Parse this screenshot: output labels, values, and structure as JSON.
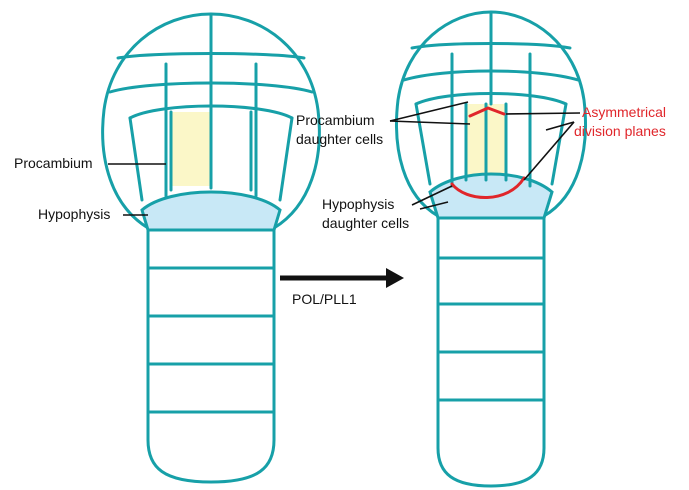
{
  "labels": {
    "procambium": "Procambium",
    "hypophysis": "Hypophysis",
    "procambium_daughters_line1": "Procambium",
    "procambium_daughters_line2": "daughter cells",
    "hypophysis_daughters_line1": "Hypophysis",
    "hypophysis_daughters_line2": "daughter cells",
    "asymmetrical_line1": "Asymmetrical",
    "asymmetrical_line2": "division planes",
    "transition": "POL/PLL1"
  },
  "colors": {
    "cell_wall": "#17a0a8",
    "procambium_fill": "#fbf7c8",
    "hypophysis_fill": "#c8e8f6",
    "division_plane": "#e0262b",
    "text": "#111111"
  }
}
